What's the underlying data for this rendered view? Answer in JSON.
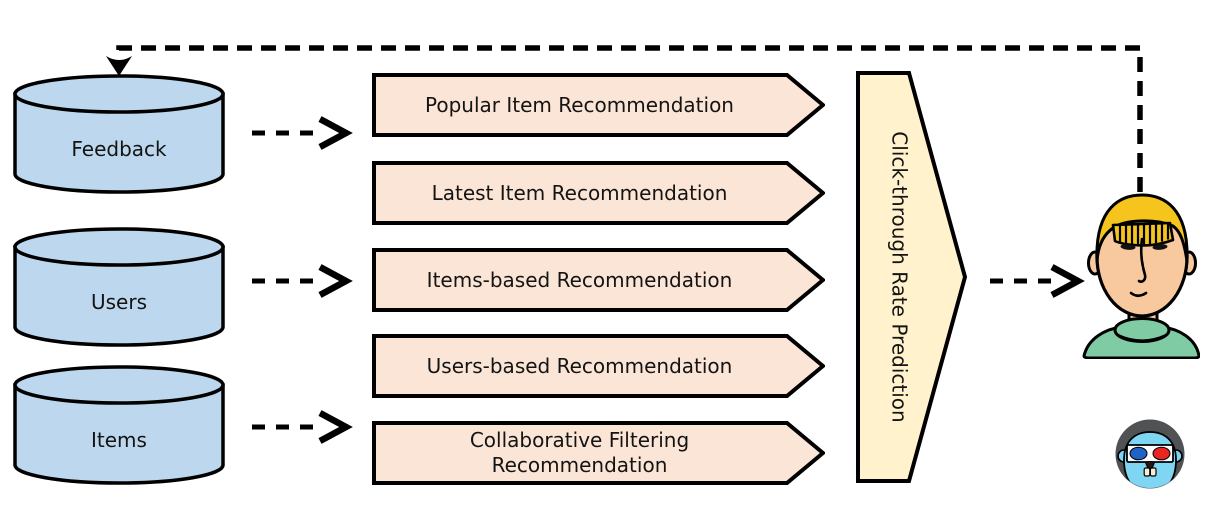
{
  "databases": [
    {
      "label": "Feedback"
    },
    {
      "label": "Users"
    },
    {
      "label": "Items"
    }
  ],
  "recommenders": [
    {
      "label": "Popular Item Recommendation"
    },
    {
      "label": "Latest Item Recommendation"
    },
    {
      "label": "Items-based Recommendation"
    },
    {
      "label": "Users-based Recommendation"
    },
    {
      "label": "Collaborative Filtering Recommendation"
    }
  ],
  "ranker": {
    "label": "Click-through Rate Prediction"
  },
  "icons": {
    "user": "cartoon-user-face-icon",
    "logo": "gopher-3d-glasses-logo-icon",
    "connectors": "dashed-arrow"
  },
  "colors": {
    "database_fill": "#bdd7ee",
    "recommender_fill": "#fbe5d6",
    "ranker_fill": "#fff2cc",
    "outline": "#000000",
    "text": "#141414",
    "hair": "#f5c51d",
    "skin": "#f8c99e",
    "sweater": "#7fcba3",
    "logo_circle": "#505254",
    "logo_face": "#7fd6f2",
    "logo_lens_left": "#2063c6",
    "logo_lens_right": "#e8251f"
  }
}
